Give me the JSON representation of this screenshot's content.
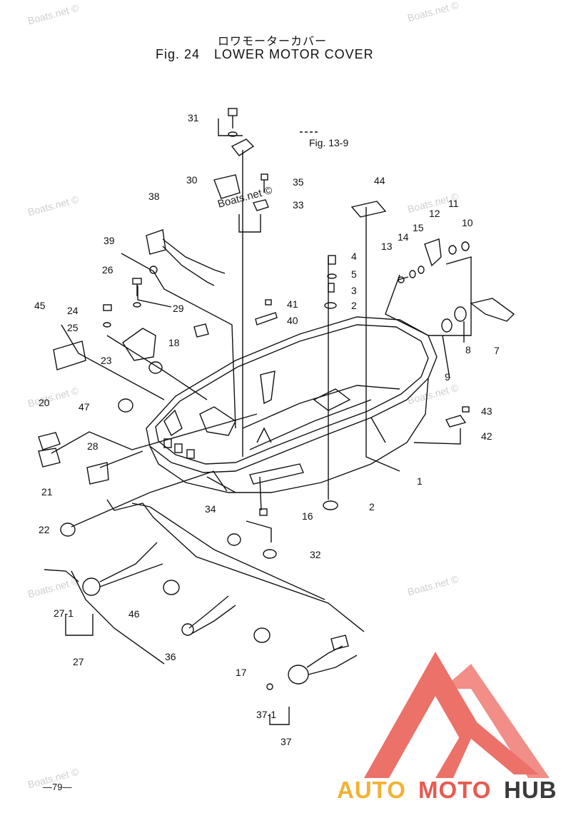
{
  "header": {
    "title_jp": "ロワモーターカバー",
    "fig_no": "Fig. 24",
    "fig_name": "LOWER MOTOR COVER"
  },
  "ref_label": "Fig. 13-9",
  "page_number": "—79—",
  "watermark": "Boats.net ©",
  "parts": [
    "31",
    "30",
    "35",
    "33",
    "44",
    "38",
    "39",
    "12",
    "11",
    "10",
    "13",
    "14",
    "15",
    "4",
    "5",
    "3",
    "2",
    "26",
    "41",
    "40",
    "24",
    "25",
    "45",
    "29",
    "18",
    "23",
    "20",
    "47",
    "21",
    "28",
    "22",
    "34",
    "16",
    "32",
    "27-1",
    "27",
    "46",
    "36",
    "17",
    "37-1",
    "37",
    "1",
    "9",
    "8",
    "7",
    "43",
    "42"
  ],
  "logo": {
    "brand_auto": "AUTO",
    "brand_moto": "MOTO",
    "brand_hub": "HUB",
    "colors": {
      "auto": "#f2b134",
      "moto": "#e8594f",
      "hub": "#3a3a3a"
    }
  }
}
